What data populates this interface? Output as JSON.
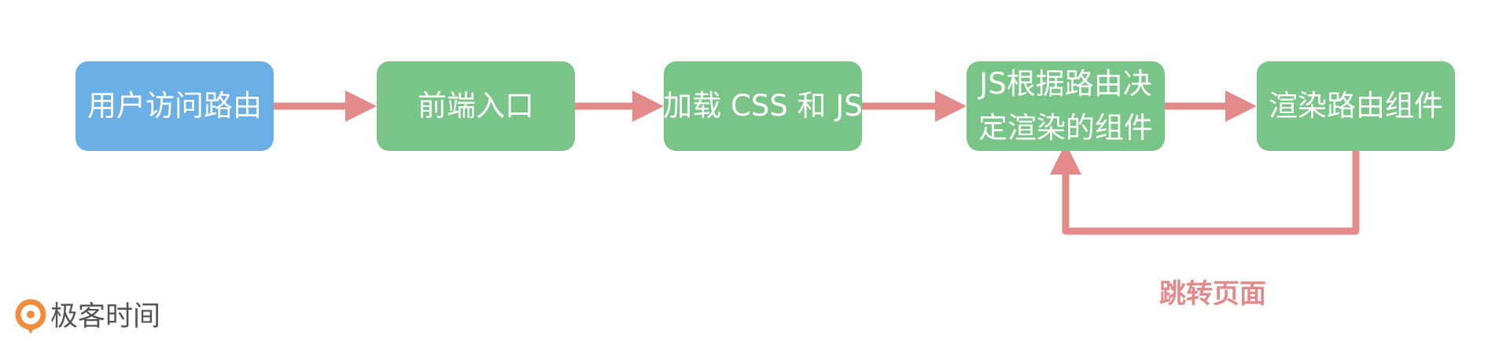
{
  "nodes": [
    {
      "id": "user-visit",
      "label": "用户访问路由"
    },
    {
      "id": "frontend-entry",
      "label": "前端入口"
    },
    {
      "id": "load-assets",
      "label": "加载 CSS 和 JS"
    },
    {
      "id": "js-decide",
      "label": "JS根据路由决定渲染的组件"
    },
    {
      "id": "render-component",
      "label": "渲染路由组件"
    }
  ],
  "feedback_label": "跳转页面",
  "logo_text": "极客时间",
  "colors": {
    "start_node": "#6ab0e6",
    "step_node": "#78c587",
    "arrow": "#e38a8a",
    "label": "#e38a8a",
    "logo_orange": "#f08c3c"
  }
}
